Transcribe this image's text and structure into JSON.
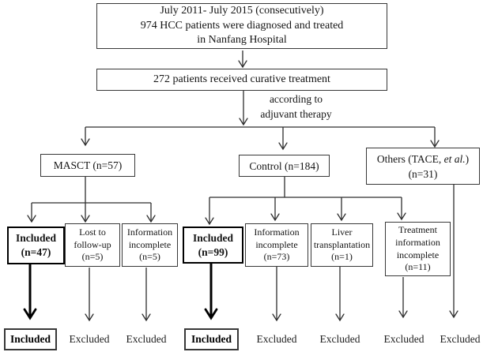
{
  "diagram": {
    "top_box": {
      "line1": "July 2011- July 2015 (consecutively)",
      "line2": "974 HCC patients were diagnosed and treated",
      "line3": "in Nanfang Hospital"
    },
    "curative_box": "272 patients received curative treatment",
    "branch_annotation": {
      "line1": "according to",
      "line2": "adjuvant therapy"
    },
    "arm_masct": "MASCT (n=57)",
    "arm_control": "Control (n=184)",
    "arm_others": {
      "prefix": "Others (TACE, ",
      "italic": "et al.",
      "suffix": ")",
      "line2": "(n=31)"
    },
    "outcomes": {
      "included_masct": {
        "line1": "Included",
        "line2": "(n=47)"
      },
      "lost_followup": {
        "line1": "Lost to",
        "line2": "follow-up",
        "line3": "(n=5)"
      },
      "info_incomplete_masct": {
        "line1": "Information",
        "line2": "incomplete",
        "line3": "(n=5)"
      },
      "included_control": {
        "line1": "Included",
        "line2": "(n=99)"
      },
      "info_incomplete_control": {
        "line1": "Information",
        "line2": "incomplete",
        "line3": "(n=73)"
      },
      "liver_transplant": {
        "line1": "Liver",
        "line2": "transplantation",
        "line3": "(n=1)"
      },
      "treatment_info": {
        "line1": "Treatment",
        "line2": "information",
        "line3": "incomplete",
        "line4": "(n=11)"
      }
    },
    "final_row": {
      "included_masct": "Included",
      "excluded_lost": "Excluded",
      "excluded_info_masct": "Excluded",
      "included_control": "Included",
      "excluded_info_control": "Excluded",
      "excluded_liver": "Excluded",
      "excluded_treatment": "Excluded",
      "excluded_others": "Excluded"
    },
    "colors": {
      "line": "#2e2e2e",
      "bold_line": "#000000",
      "text": "#141414",
      "background": "#ffffff"
    }
  }
}
